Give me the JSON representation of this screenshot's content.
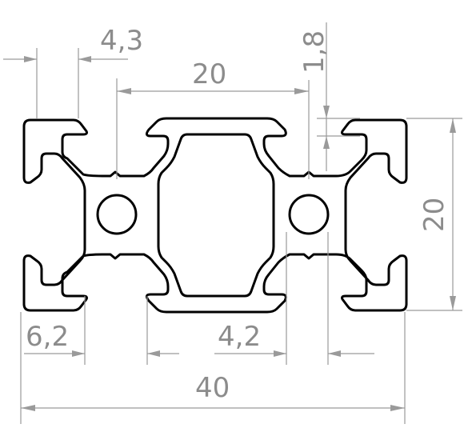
{
  "dimensions": {
    "slot_opening_top": "4,3",
    "hole_spacing": "20",
    "wall_thickness": "1,8",
    "height": "20",
    "slot_width_bottom": "6,2",
    "core_wall_bottom": "4,2",
    "width": "40"
  },
  "colors": {
    "dimension": "#8c8c8c",
    "outline": "#000000",
    "background": "#ffffff"
  }
}
